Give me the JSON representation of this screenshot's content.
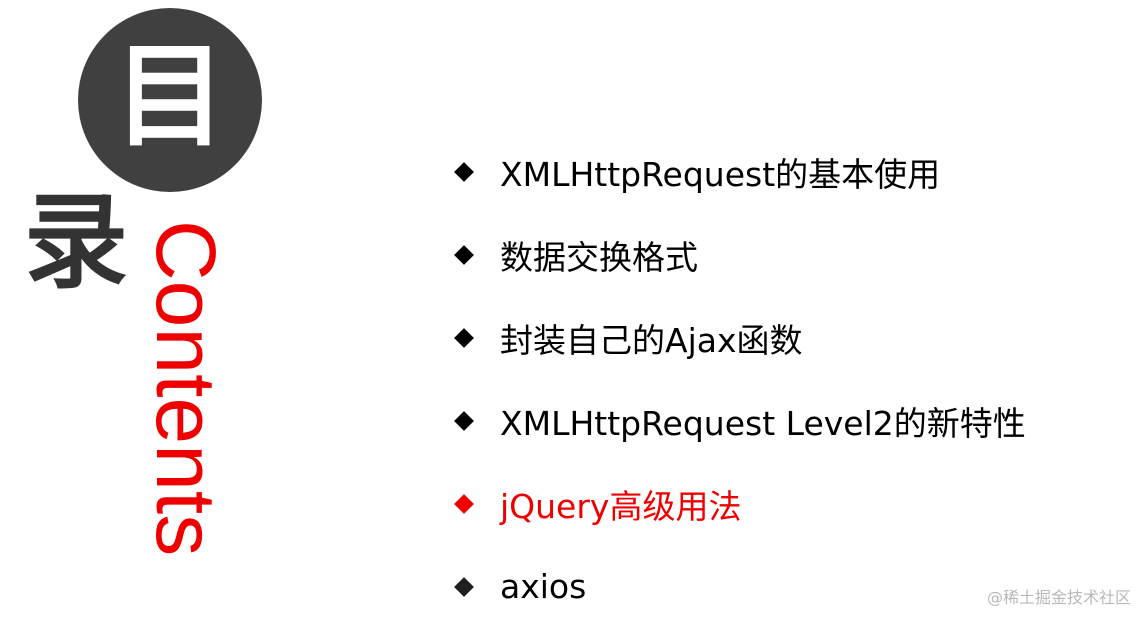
{
  "title": {
    "char_main": "目",
    "char_second": "录",
    "word": "Contents"
  },
  "toc": {
    "items": [
      {
        "label": "XMLHttpRequest的基本使用"
      },
      {
        "label": "数据交换格式"
      },
      {
        "label": "封装自己的Ajax函数"
      },
      {
        "label": "XMLHttpRequest Level2的新特性"
      },
      {
        "label": "jQuery高级用法"
      },
      {
        "label": "axios"
      }
    ],
    "active_index": 4
  },
  "watermark": "@稀土掘金技术社区",
  "colors": {
    "accent": "#ee0000",
    "circle": "#404040",
    "text": "#000000"
  }
}
